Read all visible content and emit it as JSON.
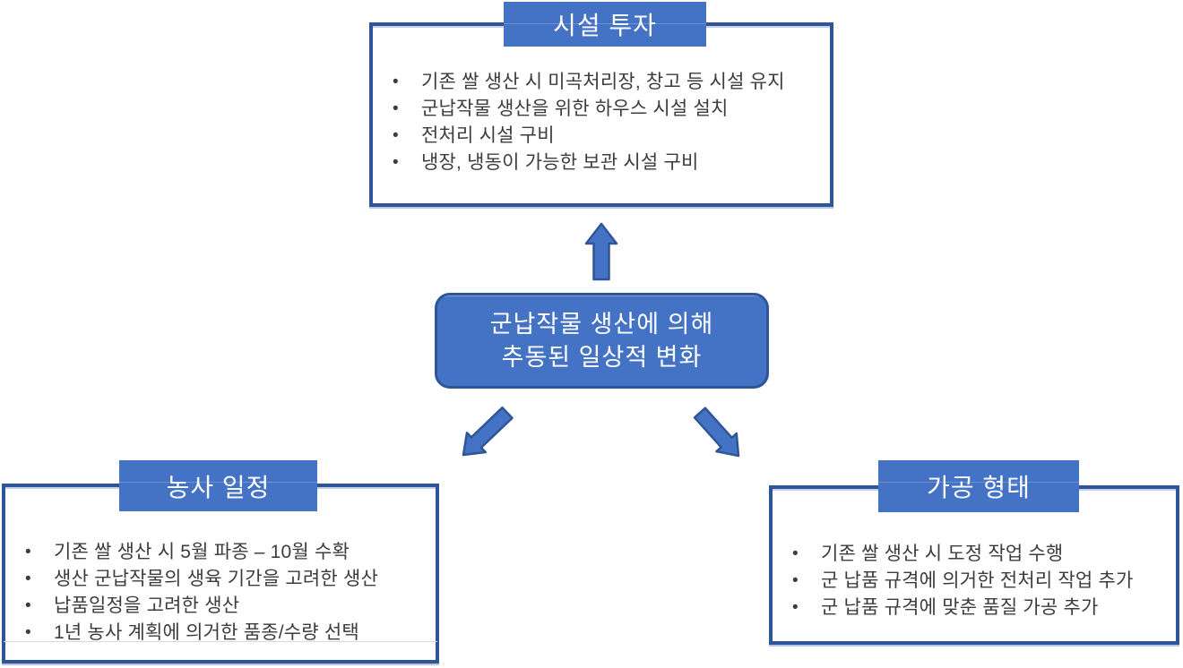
{
  "diagram": {
    "title": "군납작물 생산에 의해 추동된 일상적 변화 다이어그램",
    "center": {
      "label": "군납작물 생산에 의해\n추동된 일상적 변화"
    },
    "boxes": [
      {
        "id": "facility",
        "title": "시설 투자",
        "bullets": [
          "기존 쌀 생산 시 미곡처리장, 창고 등 시설 유지",
          "군납작물 생산을 위한 하우스 시설 설치",
          "전처리 시설 구비",
          "냉장, 냉동이 가능한 보관 시설 구비"
        ]
      },
      {
        "id": "schedule",
        "title": "농사 일정",
        "bullets": [
          "기존 쌀 생산 시 5월 파종 – 10월 수확",
          "생산 군납작물의 생육 기간을 고려한 생산",
          "납품일정을 고려한 생산",
          "1년 농사 계획에 의거한 품종/수량 선택"
        ]
      },
      {
        "id": "processing",
        "title": "가공 형태",
        "bullets": [
          "기존 쌀 생산 시 도정 작업 수행",
          "군 납품 규격에 의거한 전처리 작업 추가",
          "군 납품 규격에 맞춘 품질 가공 추가"
        ]
      }
    ],
    "icons": [
      {
        "name": "block-arrow-up-icon",
        "meaning": "center node to facility box"
      },
      {
        "name": "block-arrow-down-left-icon",
        "meaning": "center node to schedule box"
      },
      {
        "name": "block-arrow-down-right-icon",
        "meaning": "center node to processing box"
      }
    ],
    "colors": {
      "accent_blue": "#4472C4",
      "border_navy": "#2F5597",
      "light_edge_blue": "#8EA9DB",
      "body_text": "#3C3C3C",
      "band_text": "#FFFFFF",
      "background": "#FFFFFF"
    }
  }
}
